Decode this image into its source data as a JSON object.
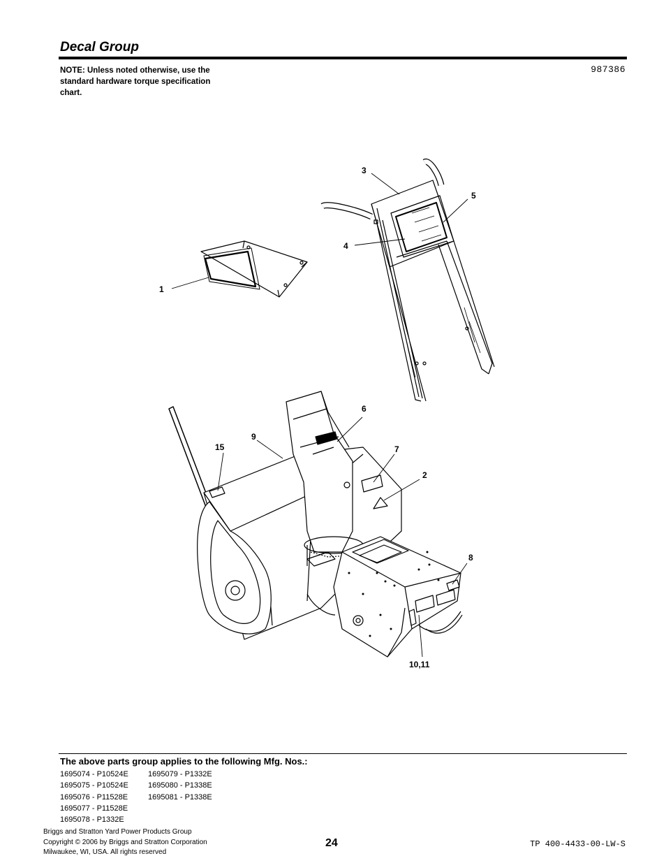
{
  "header": {
    "title": "Decal Group",
    "note": "NOTE: Unless noted otherwise, use the standard hardware torque specification chart.",
    "drawing_number": "987386"
  },
  "callouts": [
    "1",
    "2",
    "3",
    "4",
    "5",
    "6",
    "7",
    "8",
    "9",
    "10,11",
    "15"
  ],
  "applies": {
    "heading": "The above parts group applies to the following Mfg. Nos.:",
    "col1": [
      "1695074 - P10524E",
      "1695075 - P10524E",
      "1695076 - P11528E",
      "1695077 - P11528E",
      "1695078 - P1332E"
    ],
    "col2": [
      "1695079 - P1332E",
      "1695080 - P1338E",
      "1695081 - P1338E"
    ]
  },
  "footer": {
    "company": "Briggs and Stratton Yard Power Products Group",
    "copyright": "Copyright ©  2006 by Briggs and Stratton Corporation",
    "location": "Milwaukee, WI, USA. All rights reserved",
    "page_number": "24",
    "doc_code": "TP 400-4433-00-LW-S"
  }
}
